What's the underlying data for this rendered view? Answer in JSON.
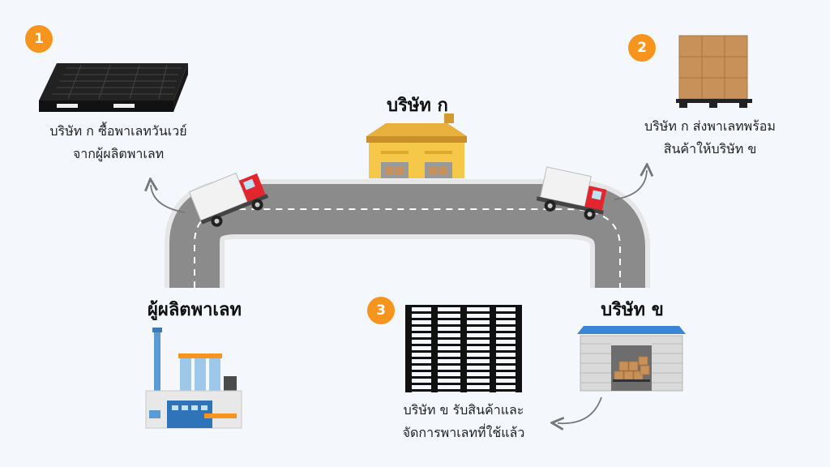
{
  "steps": [
    {
      "number": "1",
      "caption_line1": "บริษัท ก ซื้อพาเลทวันเวย์",
      "caption_line2": "จากผู้ผลิตพาเลท"
    },
    {
      "number": "2",
      "caption_line1": "บริษัท ก ส่งพาเลทพร้อม",
      "caption_line2": "สินค้าให้บริษัท ข"
    },
    {
      "number": "3",
      "caption_line1": "บริษัท ข รับสินค้าและ",
      "caption_line2": "จัดการพาเลทที่ใช้แล้ว"
    }
  ],
  "locations": {
    "company_a": "บริษัท ก",
    "company_b": "บริษัท ข",
    "manufacturer": "ผู้ผลิตพาเลท"
  },
  "colors": {
    "badge": "#f7941d",
    "road": "#8b8b8b",
    "truck_cab": "#e3262e",
    "warehouse_a": "#f6c84a",
    "warehouse_b_roof": "#3a86d4",
    "box": "#c8915a"
  },
  "icons": [
    "pallet-icon",
    "boxed-pallet-icon",
    "stacked-pallets-icon",
    "truck-icon",
    "warehouse-icon",
    "factory-icon"
  ]
}
